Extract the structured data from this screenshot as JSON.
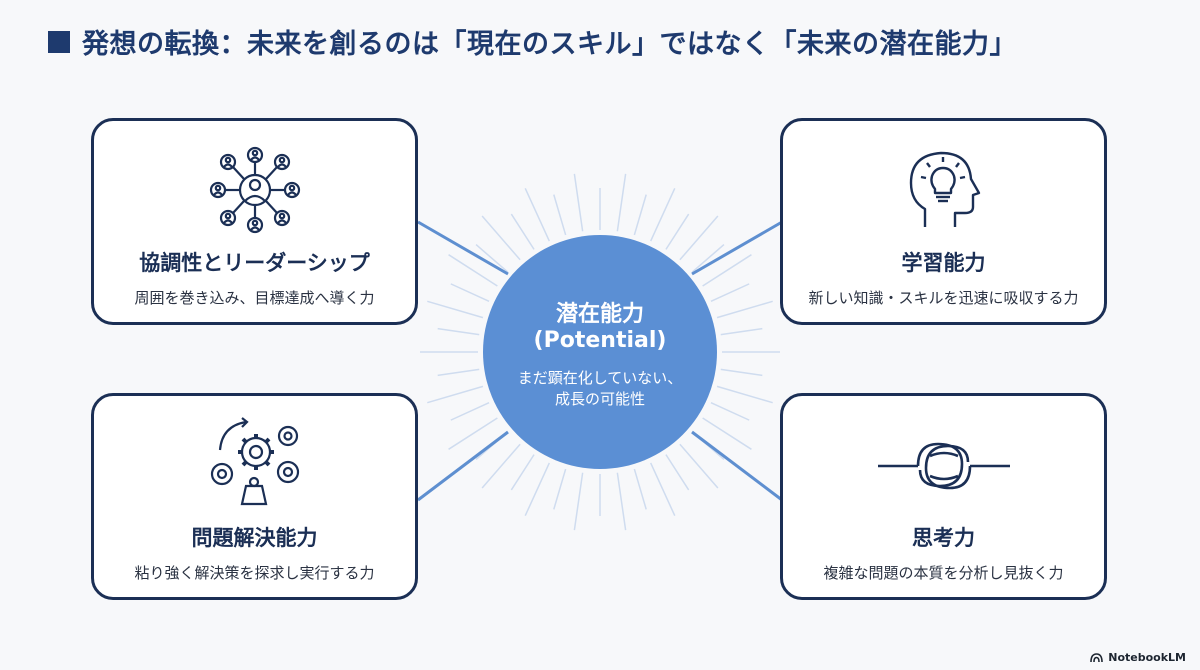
{
  "title": "発想の転換：未来を創るのは「現在のスキル」ではなく「未来の潜在能力」",
  "center": {
    "title": "潜在能力",
    "subtitle": "(Potential)",
    "desc_line1": "まだ顕在化していない、",
    "desc_line2": "成長の可能性"
  },
  "cards": [
    {
      "title": "協調性とリーダーシップ",
      "desc": "周囲を巻き込み、目標達成へ導く力",
      "icon": "network-people-icon"
    },
    {
      "title": "学習能力",
      "desc": "新しい知識・スキルを迅速に吸収する力",
      "icon": "head-lightbulb-icon"
    },
    {
      "title": "問題解決能力",
      "desc": "粘り強く解決策を探求し実行する力",
      "icon": "gears-icon"
    },
    {
      "title": "思考力",
      "desc": "複雑な問題の本質を分析し見抜く力",
      "icon": "knot-icon"
    }
  ],
  "brand": "NotebookLM",
  "colors": {
    "navy": "#1b2f55",
    "title_navy": "#1e3a6e",
    "center_blue": "#5b8fd4",
    "connector_blue": "#5e8fd0",
    "ray_blue": "#cfdcef"
  }
}
